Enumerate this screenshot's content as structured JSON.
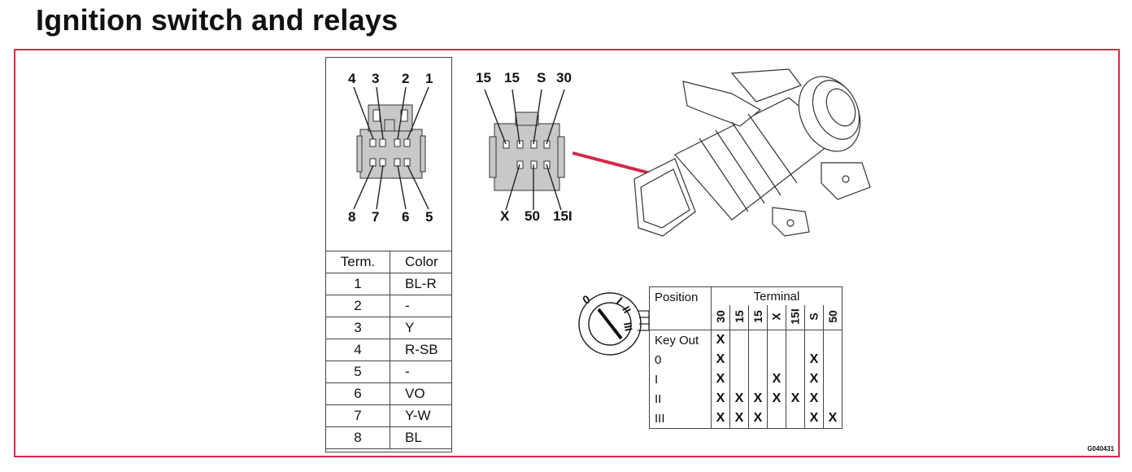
{
  "title": "Ignition switch and relays",
  "connector_left": {
    "top_pins": [
      "4",
      "3",
      "2",
      "1"
    ],
    "bottom_pins": [
      "8",
      "7",
      "6",
      "5"
    ]
  },
  "connector_right": {
    "top_pins": [
      "15",
      "15",
      "S",
      "30"
    ],
    "bottom_pins": [
      "X",
      "50",
      "15I"
    ]
  },
  "term_table": {
    "headers": [
      "Term.",
      "Color"
    ],
    "rows": [
      {
        "term": "1",
        "color": "BL-R"
      },
      {
        "term": "2",
        "color": "-"
      },
      {
        "term": "3",
        "color": "Y"
      },
      {
        "term": "4",
        "color": "R-SB"
      },
      {
        "term": "5",
        "color": "-"
      },
      {
        "term": "6",
        "color": "VO"
      },
      {
        "term": "7",
        "color": "Y-W"
      },
      {
        "term": "8",
        "color": "BL"
      }
    ]
  },
  "switch_positions": [
    "0",
    "I",
    "II",
    "III"
  ],
  "position_table": {
    "position_header": "Position",
    "terminal_header": "Terminal",
    "terminals": [
      "30",
      "15",
      "15",
      "X",
      "15I",
      "S",
      "50"
    ],
    "rows": [
      {
        "position": "Key Out",
        "marks": [
          "X",
          "",
          "",
          "",
          "",
          "",
          ""
        ]
      },
      {
        "position": "0",
        "marks": [
          "X",
          "",
          "",
          "",
          "",
          "X",
          ""
        ]
      },
      {
        "position": "I",
        "marks": [
          "X",
          "",
          "",
          "X",
          "",
          "X",
          ""
        ]
      },
      {
        "position": "II",
        "marks": [
          "X",
          "X",
          "X",
          "X",
          "X",
          "X",
          ""
        ]
      },
      {
        "position": "III",
        "marks": [
          "X",
          "X",
          "X",
          "",
          "",
          "X",
          "X"
        ]
      }
    ]
  },
  "figure_code": "G040431",
  "colors": {
    "accent": "#d4294a",
    "connector_fill": "#c8c8c8"
  }
}
